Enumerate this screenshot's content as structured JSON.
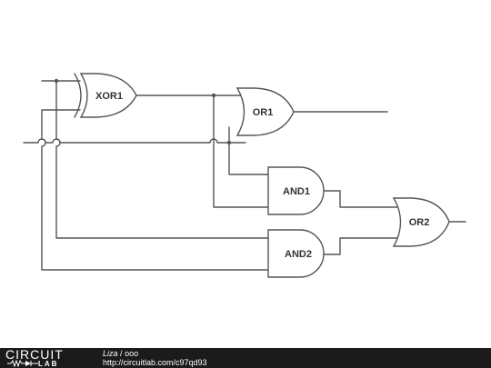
{
  "gates": {
    "xor1": "XOR1",
    "or1": "OR1",
    "and1": "AND1",
    "and2": "AND2",
    "or2": "OR2"
  },
  "footer": {
    "brand_top": "CIRCUIT",
    "brand_bottom": "LAB",
    "author": "Liza",
    "separator": "/",
    "title": "ooo",
    "url": "http://circuitlab.com/c97qd93"
  },
  "colors": {
    "wire": "#555555",
    "footer_bg": "#1b1b1b"
  }
}
